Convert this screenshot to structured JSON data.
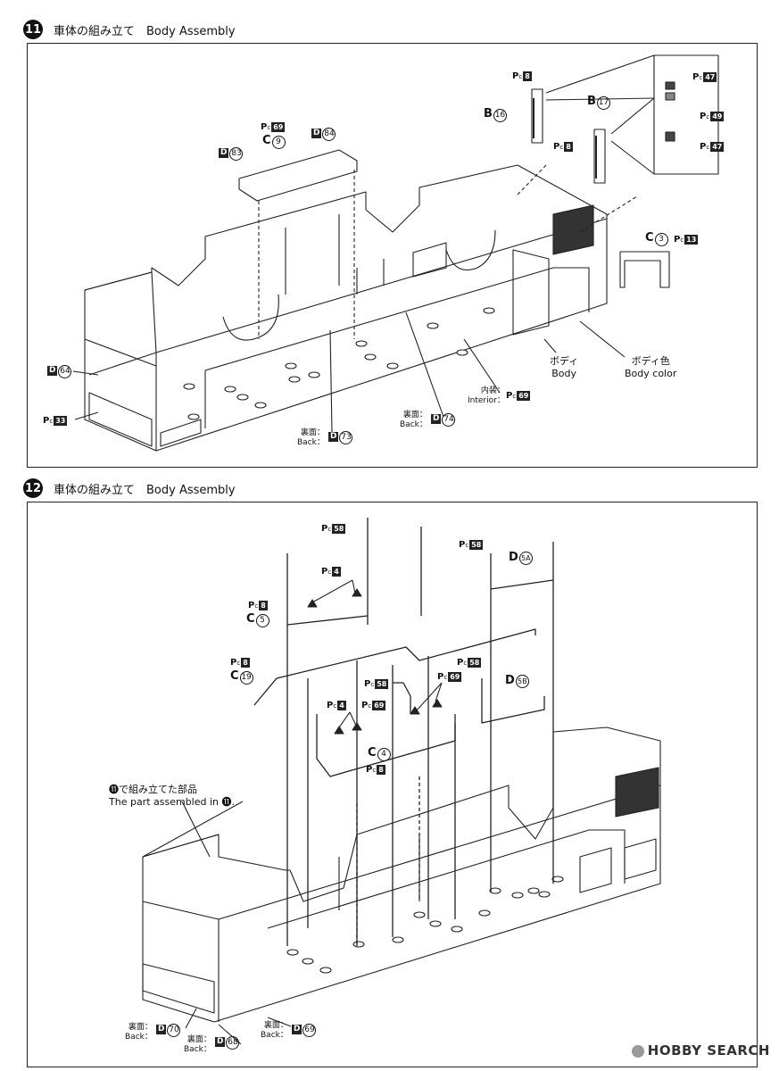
{
  "step11": {
    "num": "11",
    "title": "車体の組み立て　Body Assembly",
    "labels": {
      "pc8_top": "8",
      "pc8_mid": "8",
      "b16": "16",
      "b17": "17",
      "pc47_a": "47",
      "pc49": "49",
      "pc47_b": "47",
      "pc69": "69",
      "c9": "9",
      "d83": "83",
      "d84": "84",
      "c3": "3",
      "pc13": "13",
      "d64": "64",
      "pc33": "33",
      "pc69_interior": "69",
      "d73": "73",
      "d74": "74"
    },
    "captions": {
      "body_jp": "ボディ",
      "body_en": "Body",
      "body_color_jp": "ボディ色",
      "body_color_en": "Body color",
      "interior_jp": "内装：",
      "interior_en": "Interior：",
      "back1_jp": "裏面：",
      "back1_en": "Back：",
      "back2_jp": "裏面：",
      "back2_en": "Back："
    }
  },
  "step12": {
    "num": "12",
    "title": "車体の組み立て　Body Assembly",
    "labels": {
      "pc58_a": "58",
      "pc58_b": "58",
      "pc58_c": "58",
      "pc58_d": "58",
      "d5a": "5A",
      "pc4_top": "4",
      "pc8_a": "8",
      "c5": "5",
      "pc8_b": "8",
      "c19": "19",
      "pc69_a": "69",
      "pc69_b": "69",
      "pc4_b": "4",
      "d5b": "5B",
      "c4": "4",
      "pc8_c": "8",
      "d70": "70",
      "d68": "68",
      "d69": "69"
    },
    "captions": {
      "assembled_jp": "⓫で組み立てた部品",
      "assembled_en": "The part assembled in ⓫.",
      "back1_jp": "裏面：",
      "back1_en": "Back：",
      "back2_jp": "裏面：",
      "back2_en": "Back：",
      "back3_jp": "裏面：",
      "back3_en": "Back："
    }
  },
  "part_letters": {
    "b": "B",
    "c": "C",
    "d": "D",
    "pc_p": "P",
    "pc_c": "c"
  },
  "watermark": "HOBBY SEARCH"
}
